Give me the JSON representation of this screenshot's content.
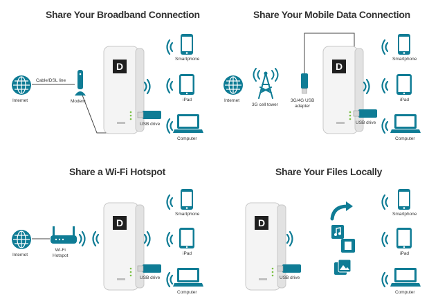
{
  "panels": [
    {
      "title": "Share Your Broadband Connection",
      "labels": {
        "internet": "Internet",
        "cable": "Cable/DSL line",
        "modem": "Modem",
        "usb_drive": "USB drive",
        "smartphone": "Smartphone",
        "ipad": "iPad",
        "computer": "Computer"
      }
    },
    {
      "title": "Share Your Mobile Data Connection",
      "labels": {
        "internet": "Internet",
        "cell_tower": "3G cell tower",
        "usb_adapter_1": "3G/4G USB",
        "usb_adapter_2": "adapter",
        "usb_drive": "USB drive",
        "smartphone": "Smartphone",
        "ipad": "iPad",
        "computer": "Computer"
      }
    },
    {
      "title": "Share a Wi-Fi Hotspot",
      "labels": {
        "internet": "Internet",
        "hotspot_1": "Wi-Fi",
        "hotspot_2": "Hotspot",
        "usb_drive": "USB drive",
        "smartphone": "Smartphone",
        "ipad": "iPad",
        "computer": "Computer"
      }
    },
    {
      "title": "Share Your Files Locally",
      "labels": {
        "usb_drive": "USB drive",
        "smartphone": "Smartphone",
        "ipad": "iPad",
        "computer": "Computer"
      }
    }
  ],
  "colors": {
    "accent": "#0f7c95",
    "device_body": "#f4f4f4",
    "logo": "#1f1f1f"
  }
}
